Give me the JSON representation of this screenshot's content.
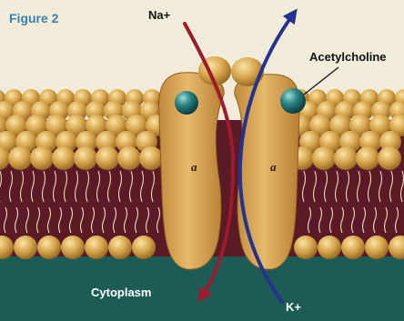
{
  "figure_label": "Figure 2",
  "labels": {
    "sodium_ion": "Na+",
    "potassium_ion": "K+",
    "acetylcholine": "Acetylcholine",
    "cytoplasm": "Cytoplasm"
  },
  "subunits": {
    "left": "a",
    "right": "a"
  },
  "colors": {
    "background": "#f1ecd9",
    "cytoplasm": "#1d5b55",
    "membrane_interior": "#5a1a26",
    "phospholipid_head": "#d6a64e",
    "channel_protein": "#d9a557",
    "acetylcholine": "#1f6f72",
    "sodium_arrow": "#9b1c2c",
    "potassium_arrow": "#23338f",
    "figure_label": "#3a7fb0"
  }
}
